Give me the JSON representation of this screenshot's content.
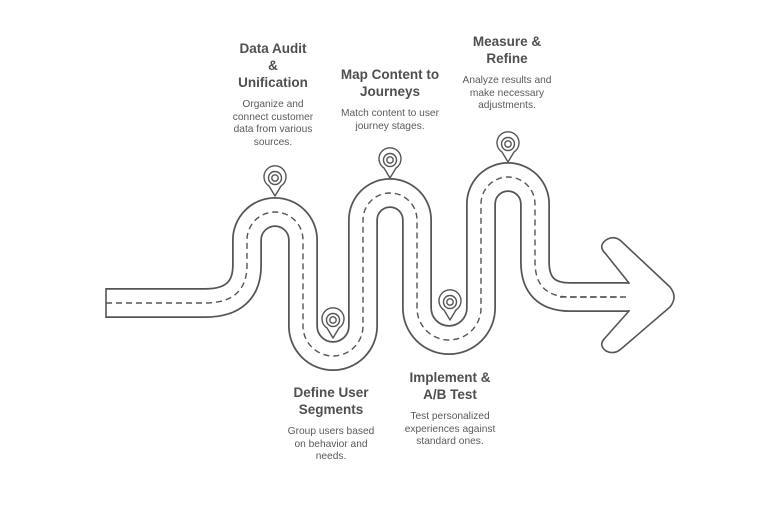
{
  "diagram": {
    "type": "roadmap",
    "colors": {
      "stroke": "#555555",
      "road_fill": "#ffffff",
      "title_text": "#4f4f4f",
      "desc_text": "#5a5a5a",
      "background": "#ffffff"
    },
    "steps": [
      {
        "id": "step1",
        "title": "Data Audit & Unification",
        "title_lines": [
          "Data Audit",
          "&",
          "Unification"
        ],
        "description": "Organize and connect customer data from various sources.",
        "position": "top"
      },
      {
        "id": "step2",
        "title": "Define User Segments",
        "title_lines": [
          "Define User",
          "Segments"
        ],
        "description": "Group users based on behavior and needs.",
        "position": "bottom"
      },
      {
        "id": "step3",
        "title": "Map Content to Journeys",
        "title_lines": [
          "Map Content to",
          "Journeys"
        ],
        "description": "Match content to user journey stages.",
        "position": "top"
      },
      {
        "id": "step4",
        "title": "Implement & A/B Test",
        "title_lines": [
          "Implement &",
          "A/B Test"
        ],
        "description": "Test personalized experiences against standard ones.",
        "position": "bottom"
      },
      {
        "id": "step5",
        "title": "Measure & Refine",
        "title_lines": [
          "Measure &",
          "Refine"
        ],
        "description": "Analyze results and make necessary adjustments.",
        "position": "top"
      }
    ],
    "icons": {
      "pin": "map-pin-icon",
      "arrow": "arrow-right-icon"
    }
  }
}
